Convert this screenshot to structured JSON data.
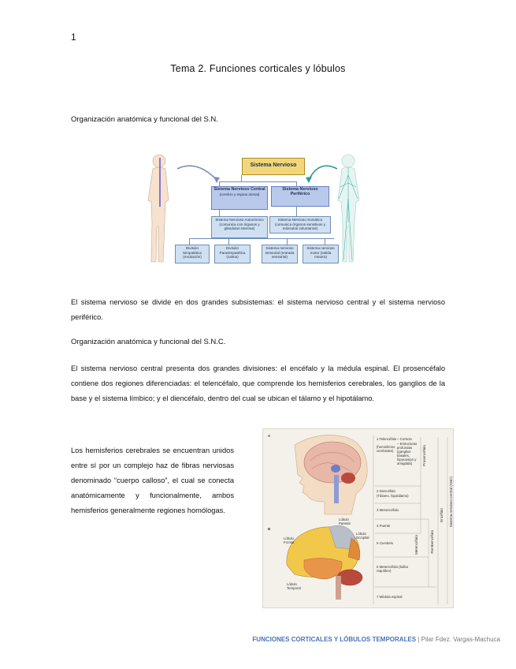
{
  "page_number": "1",
  "title": "Tema 2. Funciones corticales y lóbulos",
  "section1_heading": "Organización anatómica y funcional del S.N.",
  "figure1": {
    "top_box": "Sistema Nervioso",
    "central_title": "Sistema Nervioso Central",
    "central_sub": "(cerebro y espina dorsal)",
    "peripheral_title": "Sistema Nervioso Periférico",
    "autonomic": "Sistema Nervioso Autonómico (comunica con órganos y glándulas internas)",
    "somatic": "Sistema Nervioso Somático (comunica órganos sensitivos y músculos voluntarios)",
    "sympathetic": "División Simpatética (excitación)",
    "parasympathetic": "División Parasimpatética (calma)",
    "sensory": "Sistema nervioso sensorial (entrada sensorial)",
    "motor": "Sistema nervioso motor (salida motora)"
  },
  "paragraph1": "El sistema nervioso se divide en dos grandes subsistemas: el sistema nervioso central y el sistema nervioso periférico.",
  "section2_heading": "Organización anatómica y funcional del S.N.C.",
  "paragraph2": "El sistema nervioso central presenta dos grandes divisiones: el encéfalo y la médula espinal. El prosencéfalo contiene dos regiones diferenciadas: el telencéfalo, que comprende los hemisferios cerebrales, los ganglios de la base y el sistema límbico; y el diencéfalo, dentro del cual se ubican el tálamo y el hipotálamo.",
  "paragraph3": "Los hemisferios cerebrales se encuentran unidos entre sí por un complejo haz de fibras nerviosas denominado “cuerpo calloso”, el cual se conecta anatómicamente y funcionalmente, ambos hemisferios generalmente regiones homólogas.",
  "figure2": {
    "label_a": "A",
    "label_b": "B",
    "list": {
      "telencefalo": "1 Telencéfalo",
      "telencefalo_sub": "(hemisferios cerebrales)",
      "corteza": "– Corteza",
      "estructuras": "– Estructuras profundas (ganglios basales, hipocampo y amígdala)",
      "diencefalo": "2 Diencéfalo",
      "diencefalo_sub": "(Tálamo, hipotálamo)",
      "mesencefalo": "3 Mesencéfalo",
      "puente": "4 Puente",
      "cerebelo": "5 Cerebelo",
      "bulbo": "6 Metencéfalo (bulbo raquídeo)",
      "medula": "7 Médula espinal"
    },
    "vertical": {
      "prosencefalo": "Prosencéfalo",
      "metencefalo": "Metencéfalo",
      "rombencefalo": "Rombencéfalo",
      "encefalo": "Encéfalo",
      "snc": "Sistema nervioso central (SNC)"
    },
    "lobes": {
      "frontal": "Lóbulo Frontal",
      "parietal": "Lóbulo Parietal",
      "occipital": "Lóbulo Occipital",
      "temporal": "Lóbulo Temporal"
    }
  },
  "footer": {
    "title": "FUNCIONES CORTICALES Y LÓBULOS TEMPORALES",
    "separator": " | ",
    "author": "Pilar Fdez. Vargas-Machuca"
  }
}
